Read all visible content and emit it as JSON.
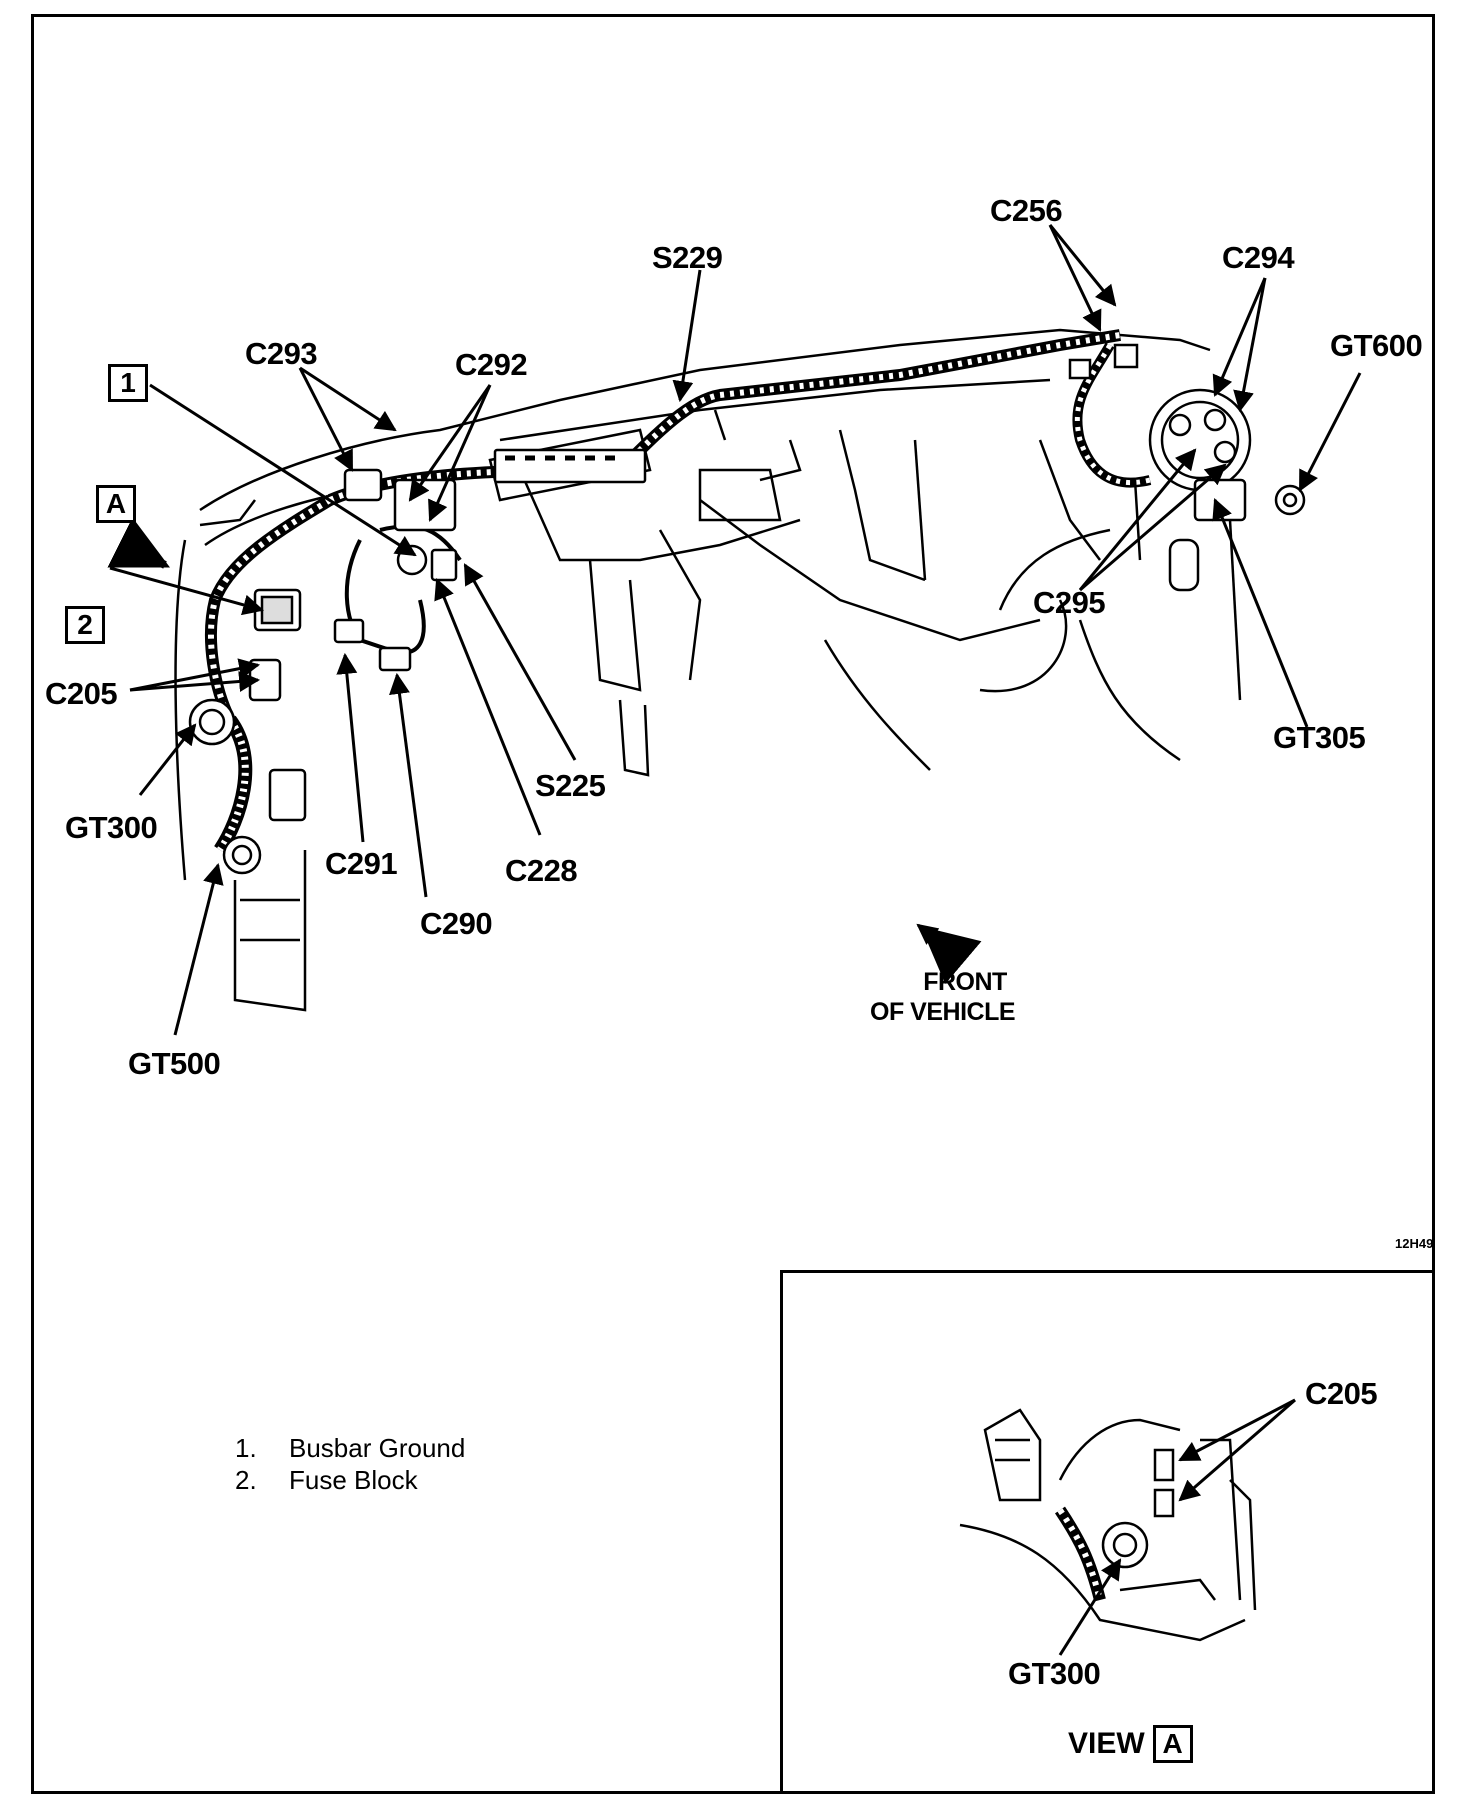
{
  "callouts": {
    "c256": "C256",
    "s229": "S229",
    "c294": "C294",
    "gt600": "GT600",
    "c293": "C293",
    "c292": "C292",
    "c205": "C205",
    "gt300": "GT300",
    "gt500": "GT500",
    "c291": "C291",
    "c290": "C290",
    "c228": "C228",
    "s225": "S225",
    "c295": "C295",
    "gt305": "GT305"
  },
  "boxes": {
    "one": "1",
    "two": "2",
    "a": "A"
  },
  "front": {
    "line1": "FRONT",
    "line2": "OF VEHICLE"
  },
  "figure_id": "12H49",
  "legend": [
    {
      "num": "1.",
      "text": "Busbar Ground"
    },
    {
      "num": "2.",
      "text": "Fuse Block"
    }
  ],
  "inset": {
    "c205": "C205",
    "gt300": "GT300",
    "view_label": "VIEW",
    "view_box": "A"
  }
}
